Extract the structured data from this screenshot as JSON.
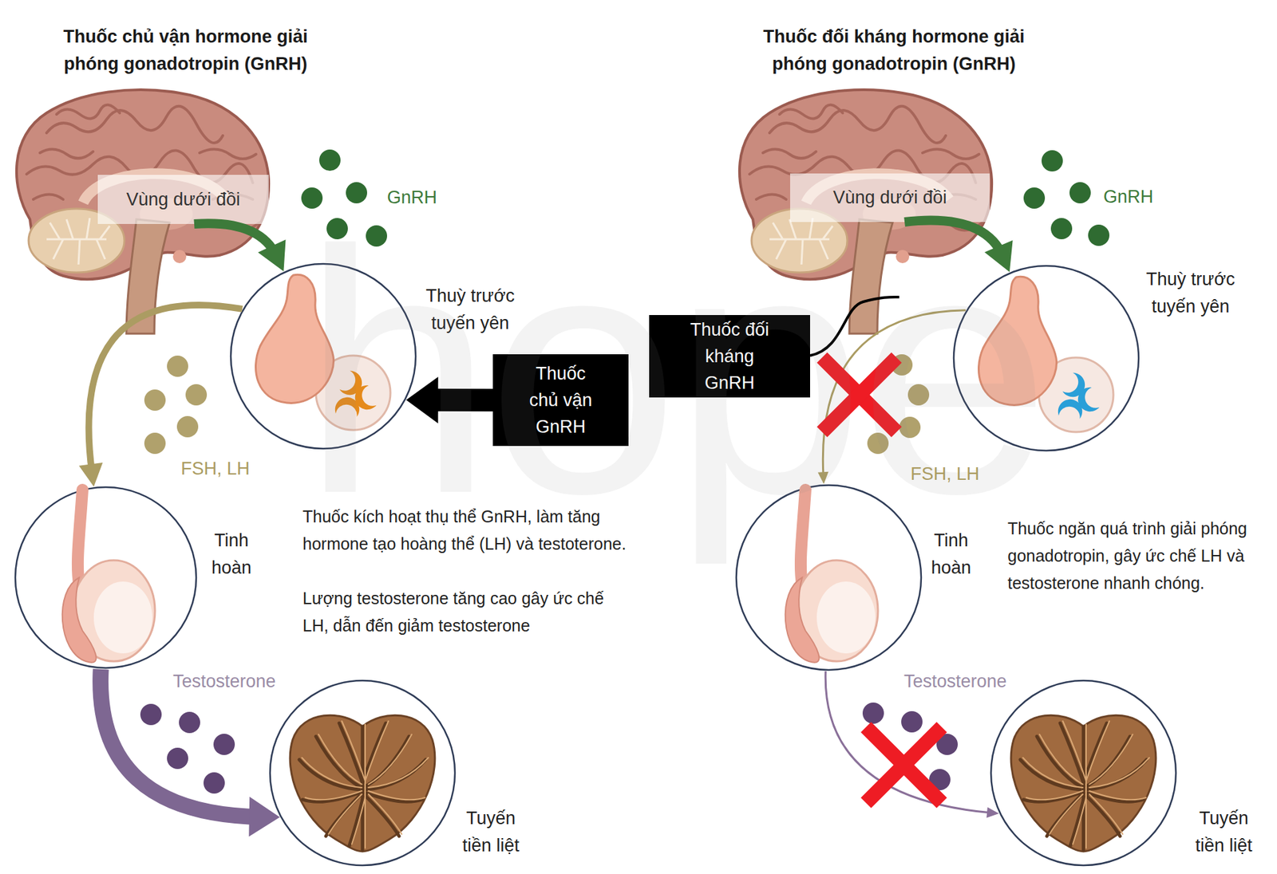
{
  "diagram": {
    "nodes": [
      {
        "text": [
          "Vùng dưới đồi"
        ]
      },
      {
        "text": [
          "Thuỳ trước tuyến yên"
        ]
      },
      {
        "text": [
          "Thuốc chủ vận GnRH"
        ]
      },
      {
        "text": [
          "Tinh hoàn"
        ]
      },
      {
        "text": [
          "Tuyến tiền liệt"
        ]
      },
      {
        "text": [
          "Vùng dưới đồi"
        ]
      },
      {
        "text": [
          "Thuốc đối kháng GnRH"
        ]
      },
      {
        "text": [
          "Thuỳ trước tuyến yên"
        ]
      },
      {
        "text": [
          "Tinh hoàn"
        ]
      },
      {
        "text": [
          "Tuyến tiền liệt"
        ]
      }
    ],
    "edges": [
      {
        "from": 0,
        "to": 1,
        "arrow": "to",
        "label": "GnRH"
      },
      {
        "from": 2,
        "to": 1,
        "arrow": "to"
      },
      {
        "from": 1,
        "to": 3,
        "arrow": "to",
        "label": "FSH, LH"
      },
      {
        "from": 3,
        "to": 4,
        "arrow": "to",
        "label": "Testosterone"
      },
      {
        "from": 5,
        "to": 7,
        "arrow": "to",
        "label": "GnRH"
      },
      {
        "from": 7,
        "to": 8,
        "arrow": "to",
        "label": "FSH, LH"
      },
      {
        "from": 8,
        "to": 9,
        "arrow": "to",
        "label": "Testosterone"
      }
    ],
    "labels": [
      "Thuốc chủ vận hormone giải phóng gonadotropin (GnRH)",
      "Thuốc đối kháng hormone giải phóng gonadotropin (GnRH)",
      "Thuốc kích hoạt thụ thể GnRH, làm tăng hormone tạo hoàng thể (LH) và testoterone.",
      "Lượng testosterone tăng cao gây ức chế LH, dẫn đến giảm testosterone",
      "Thuốc ngăn quá trình giải phóng gonadotropin, gây ức chế LH và testosterone nhanh chóng.",
      "hope"
    ]
  }
}
